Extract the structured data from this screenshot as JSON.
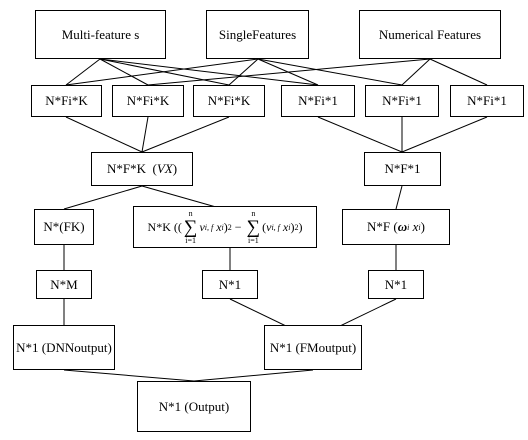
{
  "nodes": {
    "multi_features": "Multi-feature s",
    "single_features": "SingleFeatures",
    "numerical_features": "Numerical Features",
    "n_fi_k_1": "N*Fi*K",
    "n_fi_k_2": "N*Fi*K",
    "n_fi_k_3": "N*Fi*K",
    "n_fi_1_1": "N*Fi*1",
    "n_fi_1_2": "N*Fi*1",
    "n_fi_1_3": "N*Fi*1",
    "n_f_k_vx": "N*F*K",
    "n_f_1": "N*F*1",
    "n_fk": "N*(FK)",
    "n_k_formula": "N*K",
    "n_f_omega": "N*F",
    "n_m": "N*M",
    "n_1_left": "N*1",
    "n_1_right": "N*1",
    "n_1_dnn": "N*1 (DNNoutput)",
    "n_1_fm": "N*1 (FMoutput)",
    "n_1_output": "N*1 (Output)"
  },
  "math": {
    "vx": "VX",
    "omega": "ω",
    "omega_sub": "i",
    "x": "x",
    "x_sub": "i",
    "v": "v",
    "v_sub": "i, f",
    "sum_upper": "n",
    "sum_lower": "i=1",
    "square": "2"
  }
}
